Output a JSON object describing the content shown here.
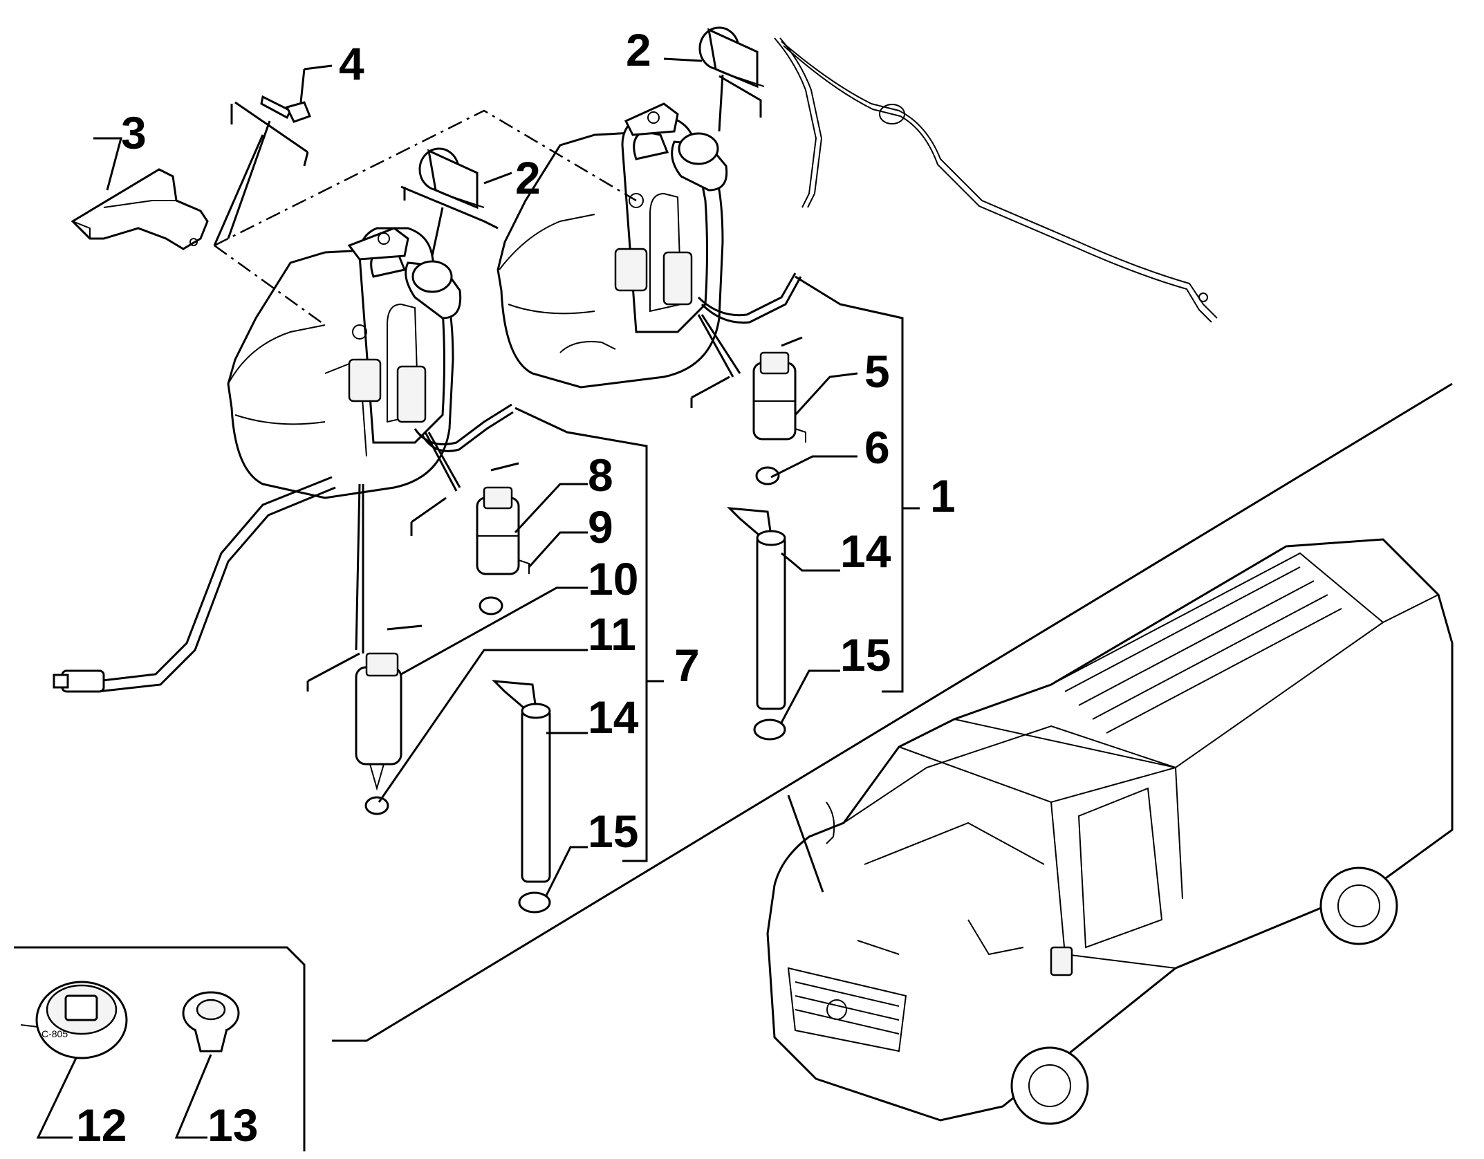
{
  "diagram": {
    "callouts": [
      {
        "id": "c1",
        "label": "1"
      },
      {
        "id": "c2a",
        "label": "2"
      },
      {
        "id": "c2b",
        "label": "2"
      },
      {
        "id": "c3",
        "label": "3"
      },
      {
        "id": "c4",
        "label": "4"
      },
      {
        "id": "c5",
        "label": "5"
      },
      {
        "id": "c6",
        "label": "6"
      },
      {
        "id": "c7",
        "label": "7"
      },
      {
        "id": "c8",
        "label": "8"
      },
      {
        "id": "c9",
        "label": "9"
      },
      {
        "id": "c10",
        "label": "10"
      },
      {
        "id": "c11",
        "label": "11"
      },
      {
        "id": "c12",
        "label": "12"
      },
      {
        "id": "c13",
        "label": "13"
      },
      {
        "id": "c14a",
        "label": "14"
      },
      {
        "id": "c14b",
        "label": "14"
      },
      {
        "id": "c15a",
        "label": "15"
      },
      {
        "id": "c15b",
        "label": "15"
      }
    ],
    "cap_marking": "C-805"
  }
}
